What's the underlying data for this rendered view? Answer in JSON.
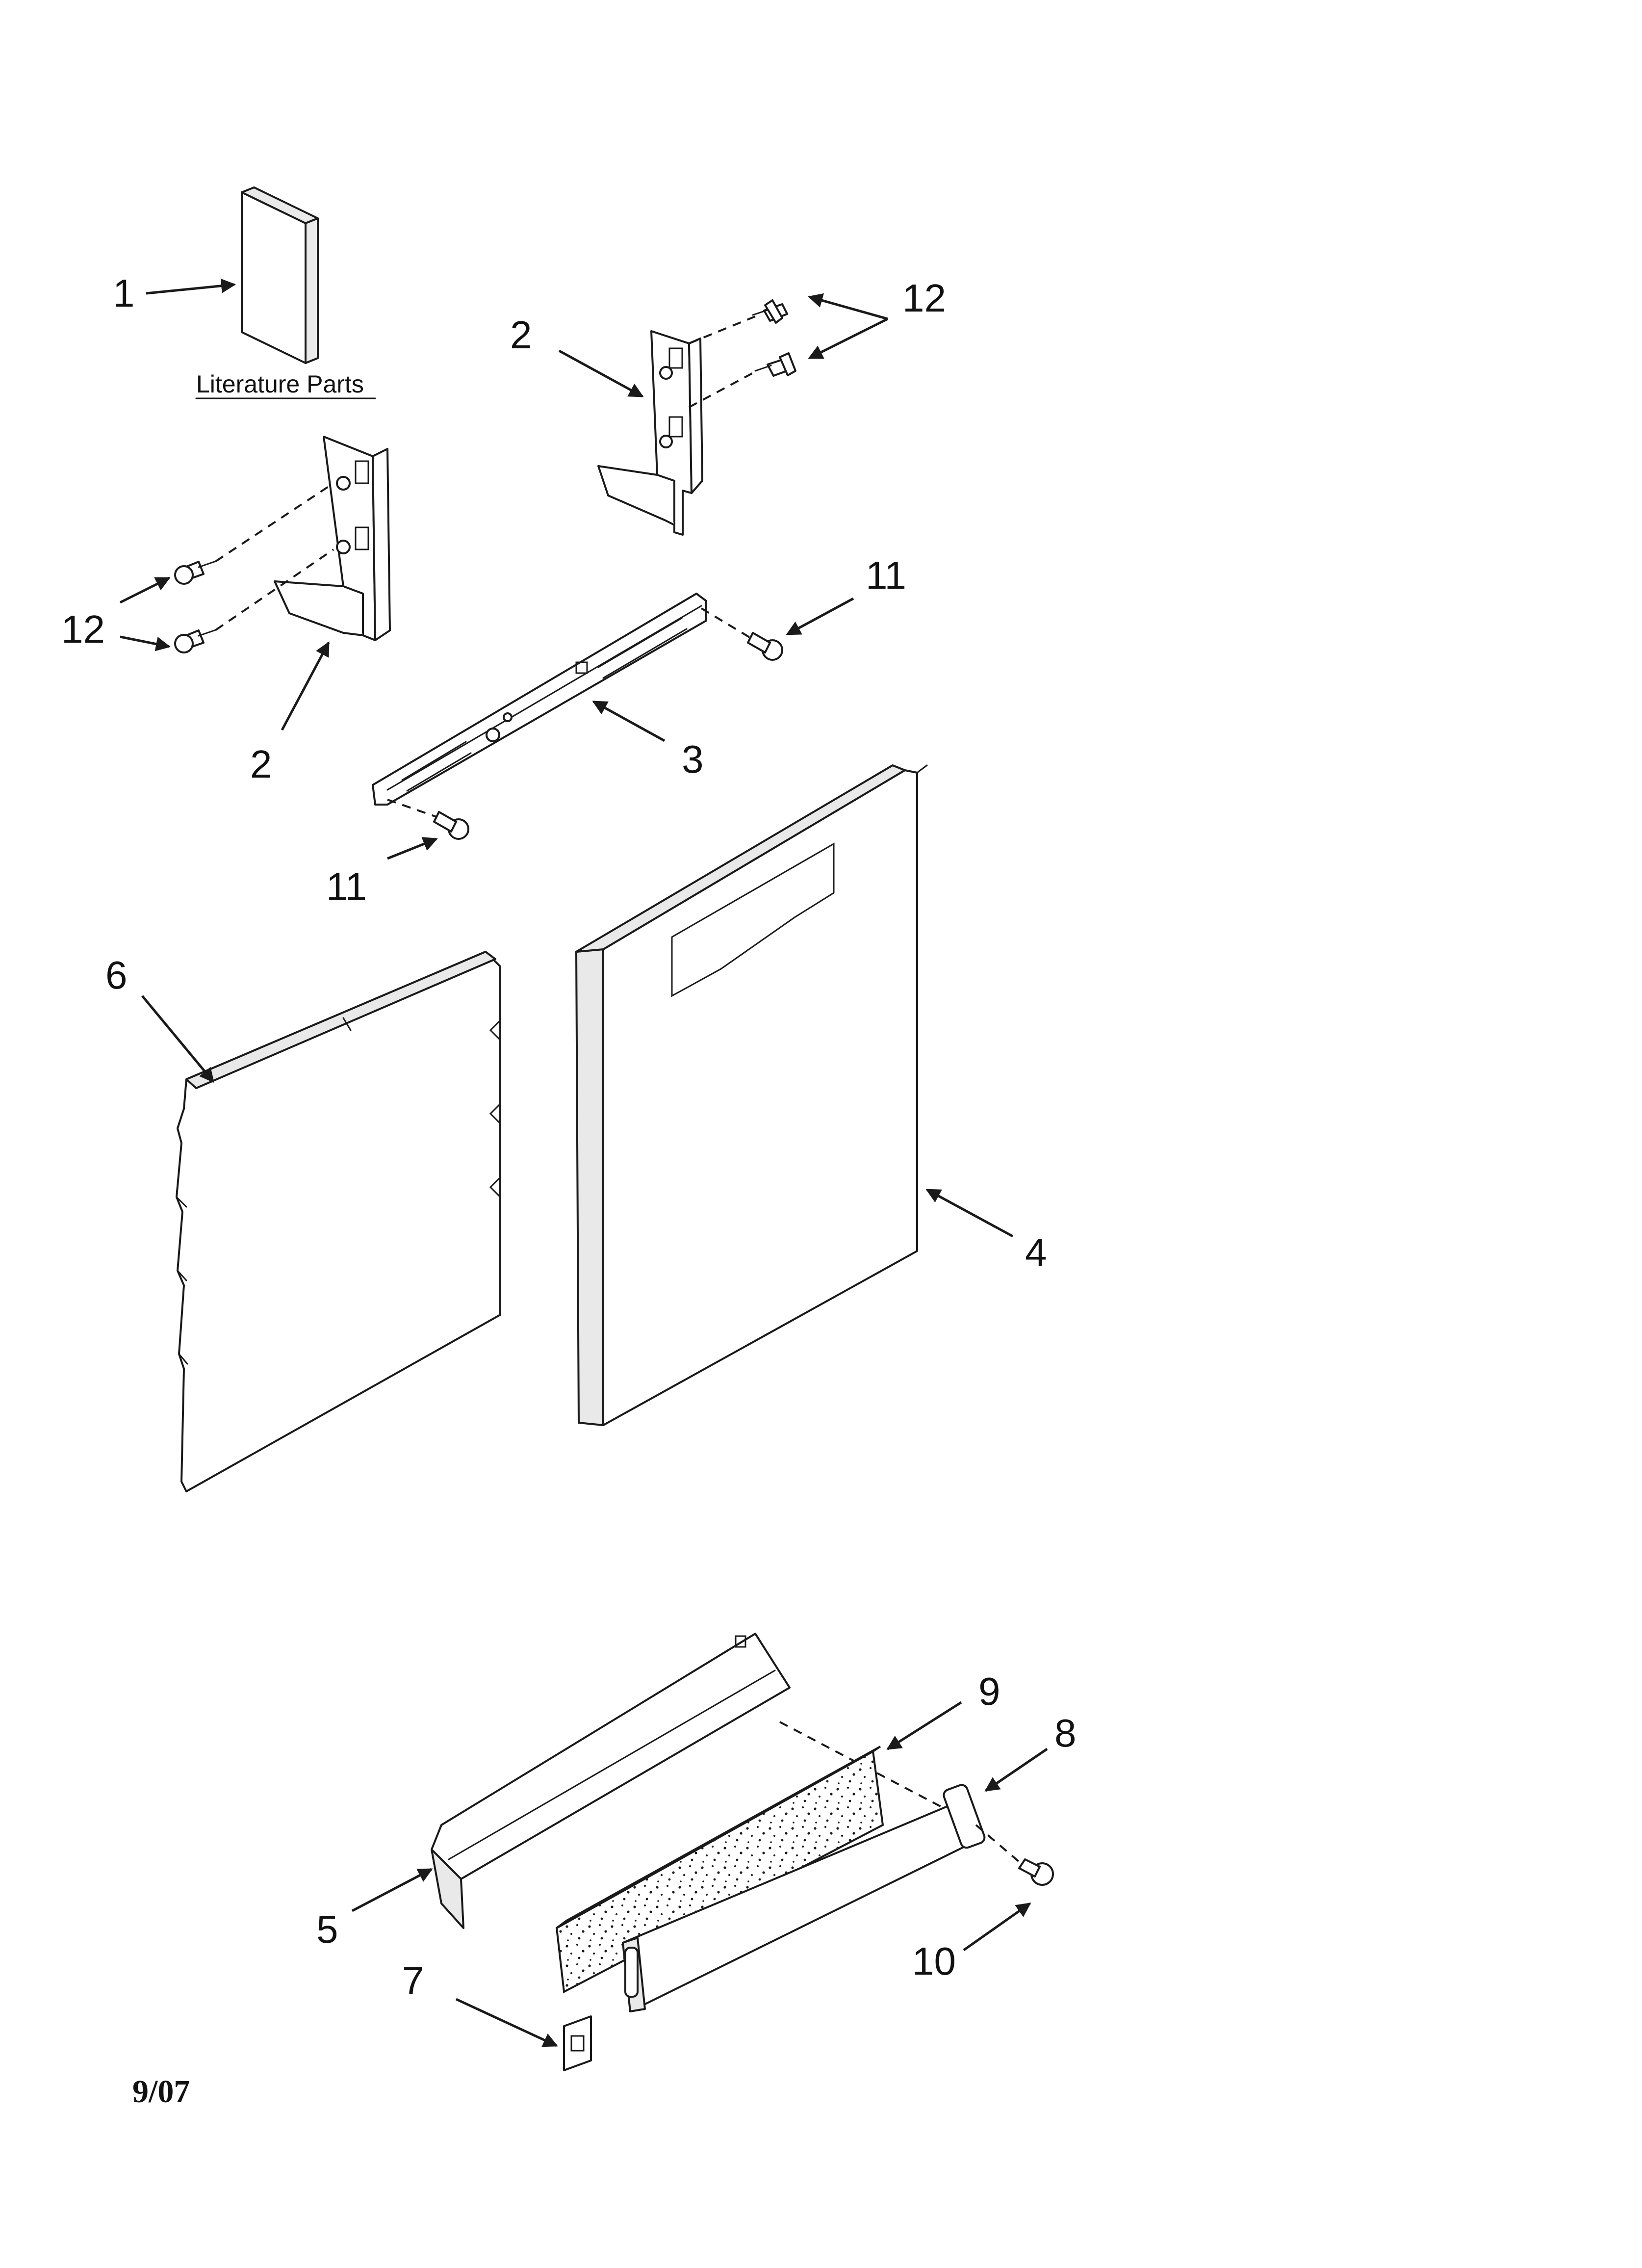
{
  "literature_label": "Literature Parts",
  "date_code": "9/07",
  "callouts": {
    "c1": "1",
    "c2a": "2",
    "c2b": "2",
    "c3": "3",
    "c4": "4",
    "c5": "5",
    "c6": "6",
    "c7": "7",
    "c8": "8",
    "c9": "9",
    "c10": "10",
    "c11a": "11",
    "c11b": "11",
    "c12a": "12",
    "c12b": "12"
  }
}
